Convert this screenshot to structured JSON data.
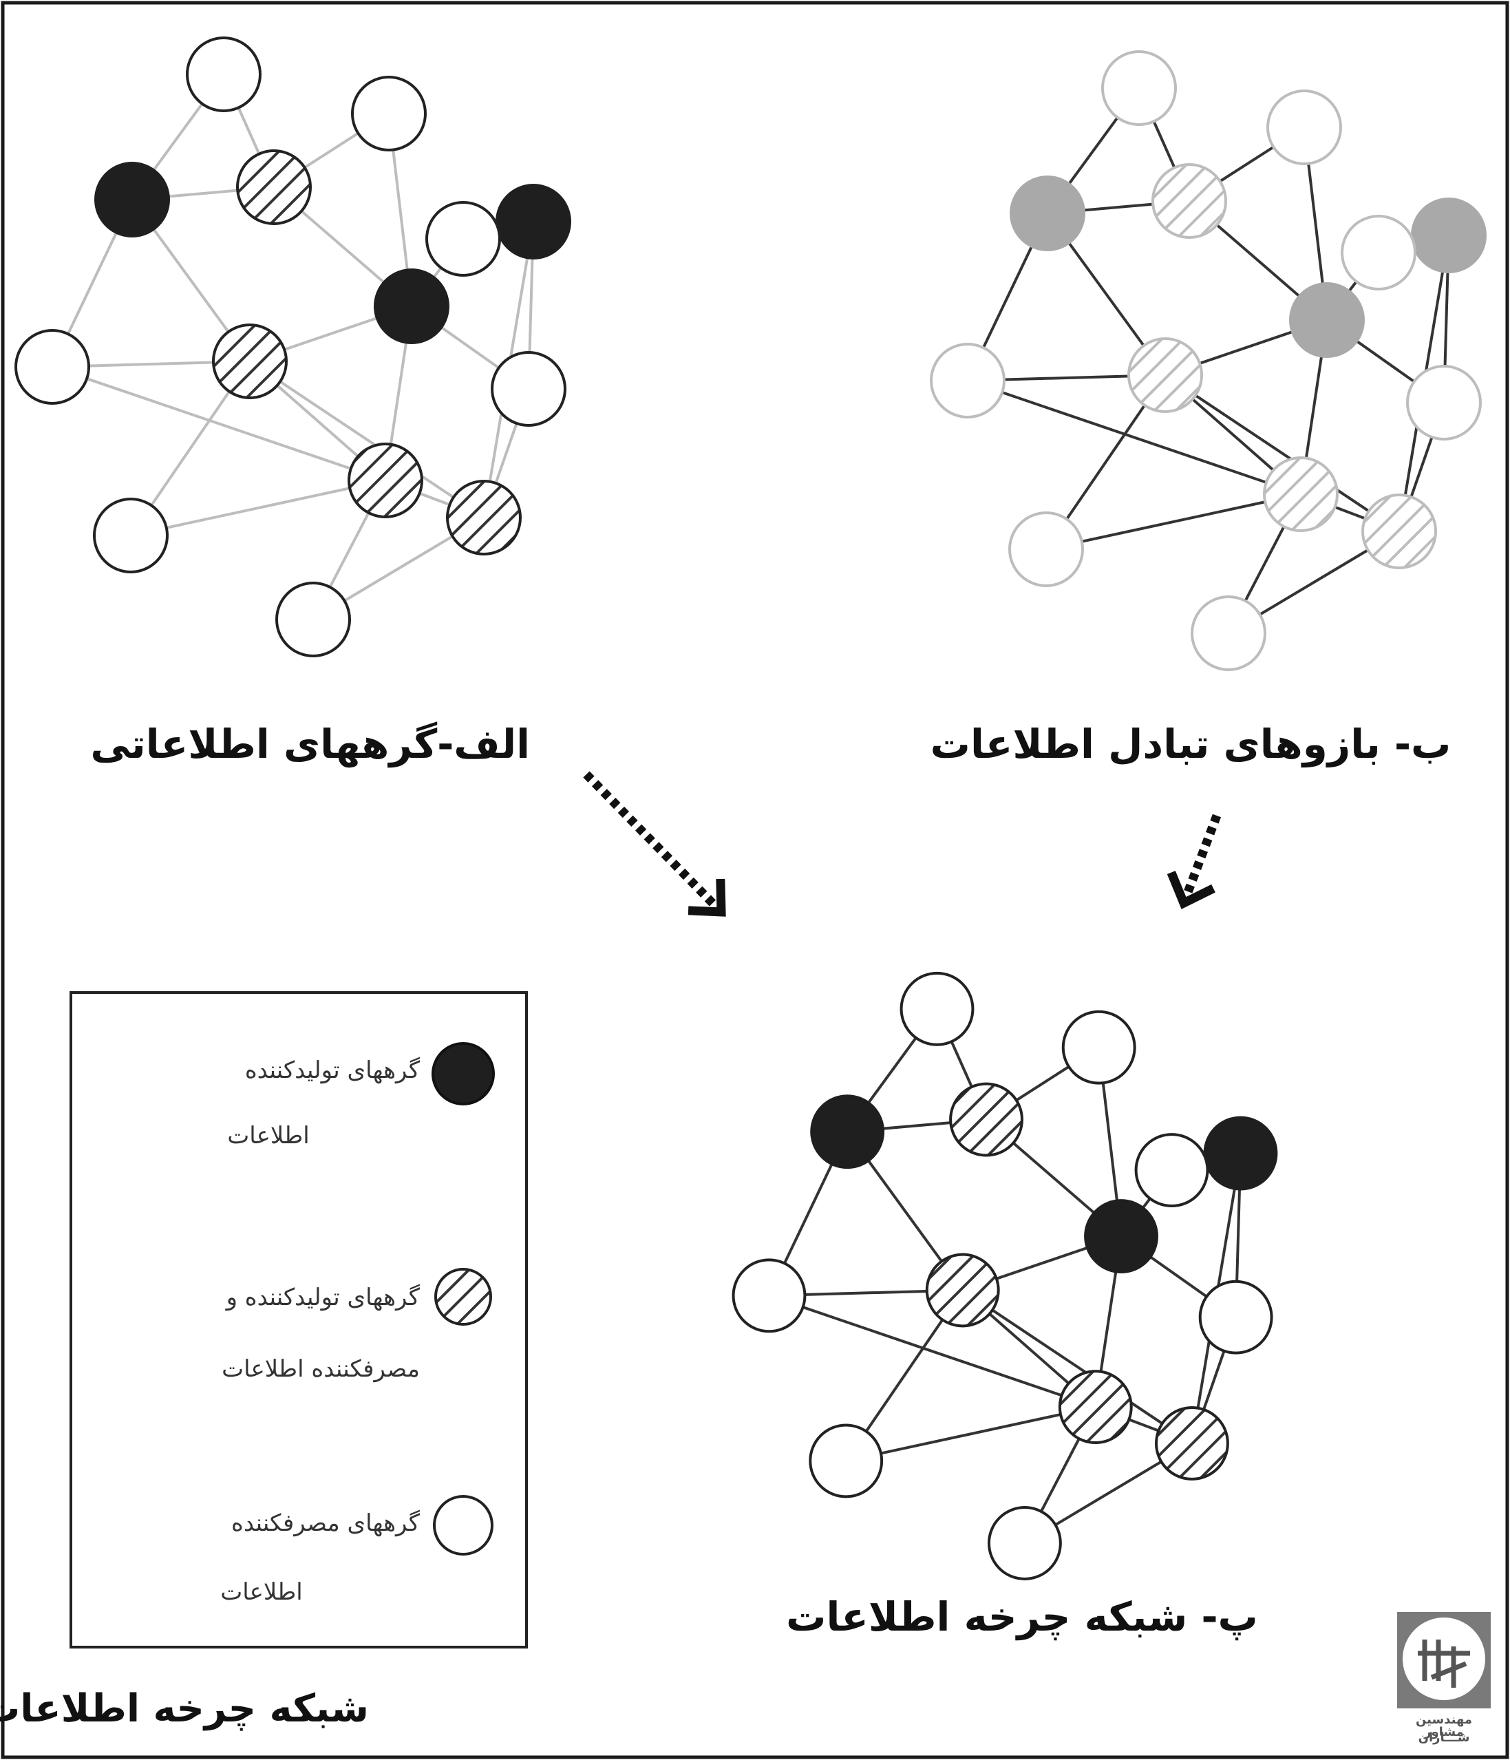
{
  "panels": {
    "a": {
      "caption": "الف-گرههای اطلاعاتی",
      "style": {
        "line": "#bdbdbd",
        "ring": "#222222",
        "producer": "#1f1f1f"
      }
    },
    "b": {
      "caption": "ب- بازوهای تبادل اطلاعات",
      "style": {
        "line": "#333333",
        "ring": "#bdbdbd",
        "producer": "#a9a9a9"
      }
    },
    "c": {
      "caption": "پ- شبکه چرخه اطلاعات",
      "style": {
        "line": "#333333",
        "ring": "#222222",
        "producer": "#1f1f1f"
      }
    }
  },
  "node_types": [
    "producer",
    "hatched",
    "hatched",
    "producer",
    "hatched",
    "producer",
    "hatched"
  ],
  "legend": {
    "items": [
      {
        "type": "producer",
        "line1": "گرههای تولیدکننده",
        "line2": "اطلاعات"
      },
      {
        "type": "hatched",
        "line1": "گرههای تولیدکننده و",
        "line2": "مصرفکننده  اطلاعات"
      },
      {
        "type": "consumer",
        "line1": "گرههای مصرفکننده",
        "line2": "اطلاعات"
      }
    ]
  },
  "footer_title": "شبکه چرخه اطلاعات",
  "logo": {
    "line1": "مهندسین مشاور",
    "line2": "شـــاران"
  }
}
